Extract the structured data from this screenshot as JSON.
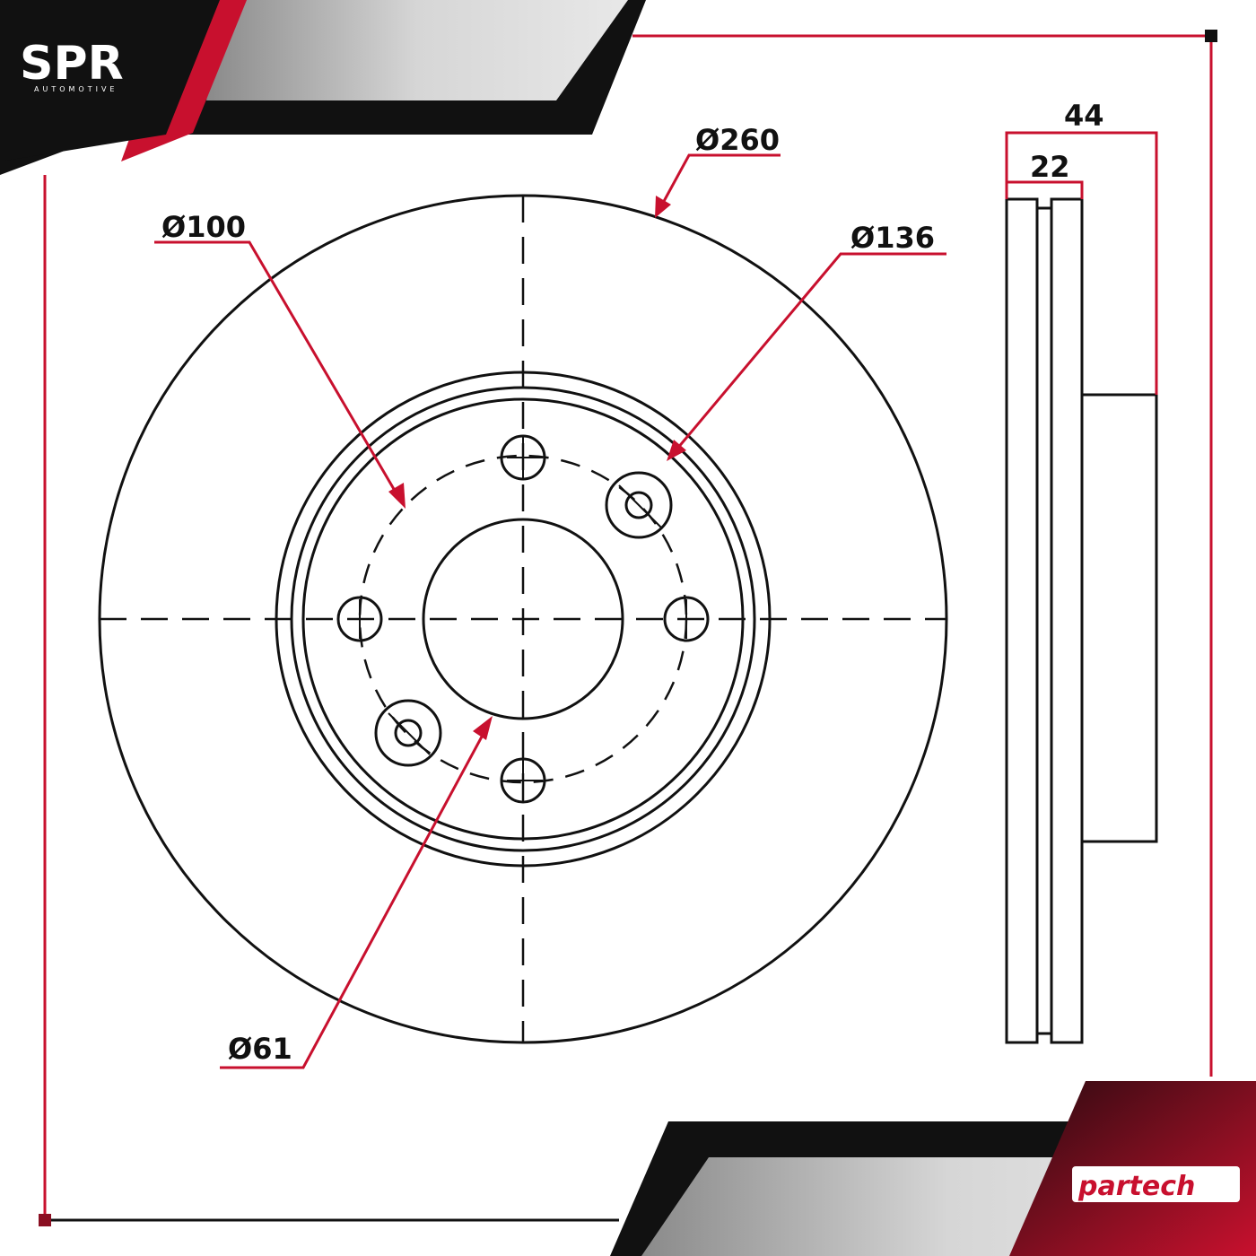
{
  "brand": {
    "logo_text": "SPR",
    "logo_subtext": "AUTOMOTIVE",
    "partner_logo": "partech"
  },
  "colors": {
    "accent": "#c8102e",
    "dark": "#111111",
    "gray": "#cfcfcf",
    "line": "#111111"
  },
  "dimensions": {
    "outer_diameter": "Ø260",
    "bolt_circle": "Ø100",
    "hat_diameter": "Ø136",
    "center_bore": "Ø61",
    "total_height": "44",
    "disc_thickness": "22"
  }
}
